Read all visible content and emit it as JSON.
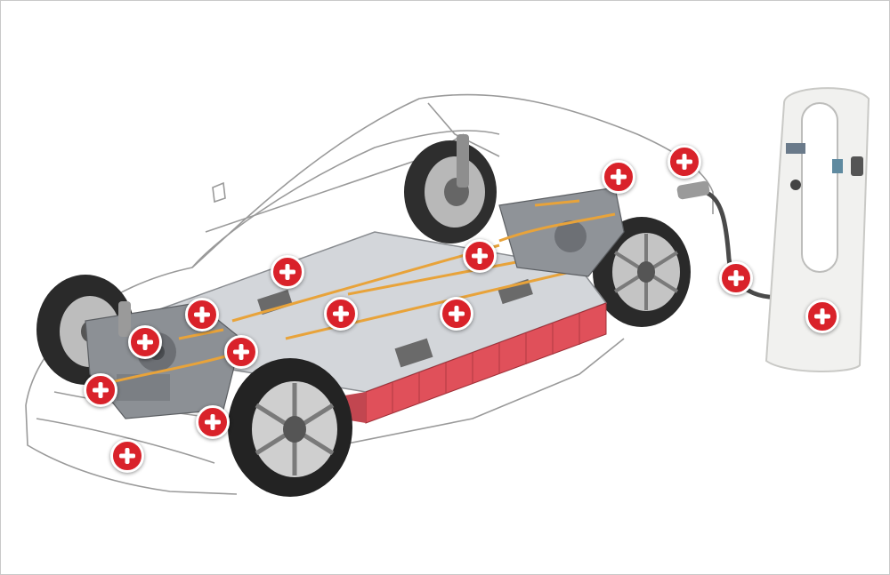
{
  "diagram": {
    "hotspots": [
      {
        "id": "hotspot-charge-port"
      },
      {
        "id": "hotspot-rear-drive-unit"
      },
      {
        "id": "hotspot-rear-electronics"
      },
      {
        "id": "hotspot-charging-cable"
      },
      {
        "id": "hotspot-charging-station"
      },
      {
        "id": "hotspot-battery-pack-front"
      },
      {
        "id": "hotspot-battery-pack-center"
      },
      {
        "id": "hotspot-battery-pack-rear"
      },
      {
        "id": "hotspot-front-suspension"
      },
      {
        "id": "hotspot-front-motor"
      },
      {
        "id": "hotspot-power-electronics"
      },
      {
        "id": "hotspot-front-left"
      },
      {
        "id": "hotspot-front-wheel-area"
      },
      {
        "id": "hotspot-front-bumper"
      }
    ]
  },
  "colors": {
    "hotspot_red": "#d9222a",
    "battery_red": "#e0505a",
    "cable_orange": "#e8a33a",
    "chassis_gray": "#c9ccd0"
  }
}
